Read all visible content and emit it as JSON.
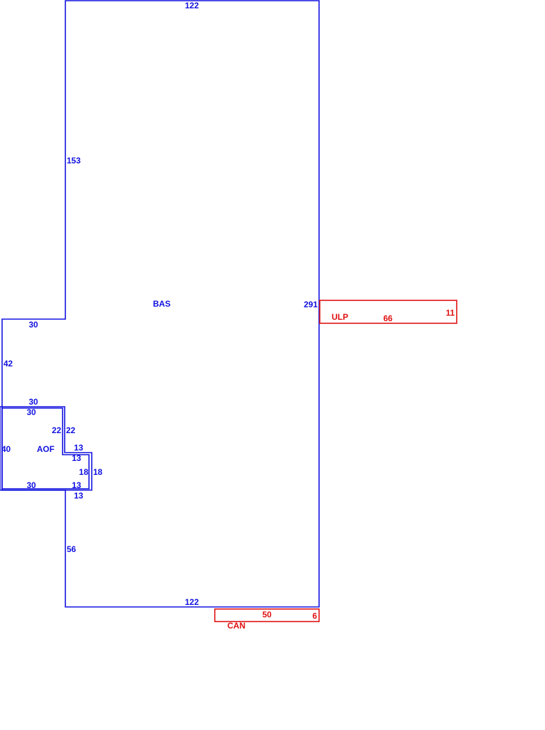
{
  "colors": {
    "living_area": "#1010e0",
    "non_living_area": "#e01010",
    "background": "#ffffff"
  },
  "areas": {
    "bas": {
      "code": "BAS",
      "dims": {
        "top": "122",
        "left_upper": "153",
        "right": "291",
        "step_width": "30",
        "step_height": "42",
        "lower_left": "56",
        "bottom": "122"
      }
    },
    "aof": {
      "code": "AOF",
      "dims": {
        "top_outer": "30",
        "top_inner": "30",
        "left": "40",
        "notch_left": "22",
        "notch_right": "22",
        "ledge_top_outer": "13",
        "ledge_top_inner": "13",
        "ledge_side_inner": "18",
        "ledge_side_outer": "18",
        "bottom": "30",
        "ledge_bottom_inner": "13",
        "ledge_bottom_outer": "13"
      }
    },
    "ulp": {
      "code": "ULP",
      "dims": {
        "length": "66",
        "depth": "11"
      }
    },
    "can": {
      "code": "CAN",
      "dims": {
        "length": "50",
        "depth": "6"
      }
    }
  }
}
